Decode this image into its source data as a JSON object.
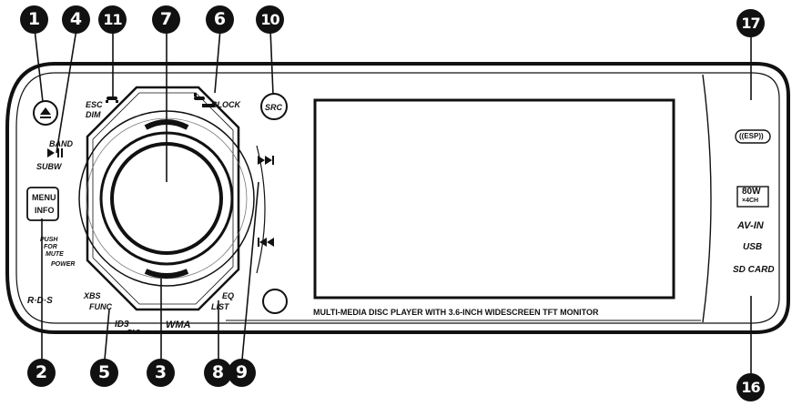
{
  "callouts": {
    "c1": "1",
    "c4": "4",
    "c11": "11",
    "c7": "7",
    "c6": "6",
    "c10": "10",
    "c17": "17",
    "c2": "2",
    "c5": "5",
    "c3": "3",
    "c8": "8",
    "c9": "9",
    "c16": "16"
  },
  "faceplate": {
    "esc": "ESC",
    "dim": "DIM",
    "band": "BAND",
    "subw": "SUBW",
    "menu": "MENU",
    "info": "INFO",
    "push": "PUSH",
    "for": "FOR",
    "mute": "MUTE",
    "power": "POWER",
    "clock": "CLOCK",
    "src": "SRC",
    "xbs": "XBS",
    "func": "FUNC",
    "eq": "EQ",
    "list": "LIST",
    "rds": "R·D·S",
    "id3": "ID3",
    "tag": "TAG",
    "wma": "WMA",
    "monitor_caption": "MULTI-MEDIA DISC PLAYER WITH 3.6-INCH WIDESCREEN TFT MONITOR"
  },
  "side_panel": {
    "esp": "((ESP))",
    "watts": "80W",
    "channels": "×4CH",
    "avin": "AV-IN",
    "usb": "USB",
    "sdcard": "SD CARD"
  },
  "icons": [
    "eject-icon",
    "play-pause-icon",
    "next-track-icon",
    "prev-track-icon",
    "phone-answer-icon",
    "phone-hangup-icon"
  ]
}
